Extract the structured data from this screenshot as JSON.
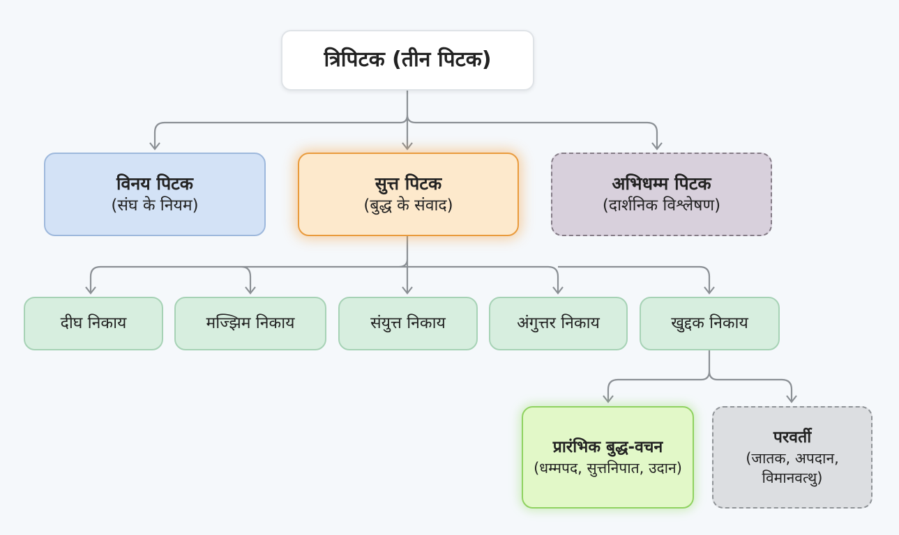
{
  "root": {
    "title": "त्रिपिटक (तीन पिटक)"
  },
  "pitakas": [
    {
      "title": "विनय पिटक",
      "subtitle": "(संघ के नियम)"
    },
    {
      "title": "सुत्त पिटक",
      "subtitle": "(बुद्ध के संवाद)"
    },
    {
      "title": "अभिधम्म पिटक",
      "subtitle": "(दार्शनिक विश्लेषण)"
    }
  ],
  "nikayas": [
    "दीघ निकाय",
    "मज्झिम निकाय",
    "संयुत्त निकाय",
    "अंगुत्तर निकाय",
    "खुद्दक निकाय"
  ],
  "khuddaka_children": [
    {
      "title": "प्रारंभिक बुद्ध-वचन",
      "subtitle": "(धम्मपद, सुत्तनिपात, उदान)"
    },
    {
      "title": "परवर्ती",
      "subtitle": "(जातक, अपदान, विमानवत्थु)"
    }
  ],
  "colors": {
    "connector": "#8a8f94",
    "vinaya": "#d3e2f6",
    "sutta": "#fde9cc",
    "abhidhamma": "#d8d0dc",
    "nikaya": "#d7eedf",
    "early": "#e2f8c8",
    "later": "#dcdee1"
  }
}
